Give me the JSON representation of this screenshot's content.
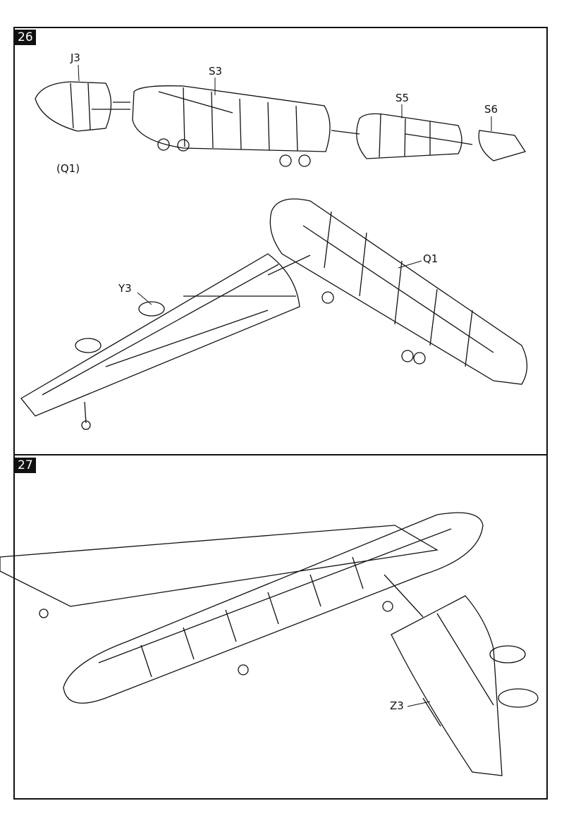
{
  "steps": [
    {
      "number": "26",
      "parts": {
        "j3": "J3",
        "s3": "S3",
        "s5": "S5",
        "s6": "S6",
        "q1_ref": "(Q1)",
        "y3": "Y3",
        "q1": "Q1"
      }
    },
    {
      "number": "27",
      "parts": {
        "z3": "Z3"
      }
    }
  ]
}
